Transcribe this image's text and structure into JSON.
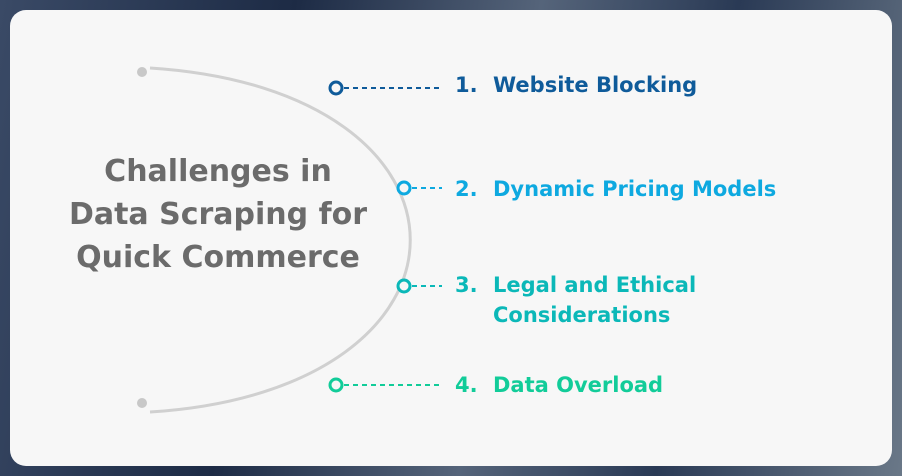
{
  "title": "Challenges in Data Scraping for Quick Commerce",
  "items": [
    {
      "number": "1.",
      "label": "Website Blocking",
      "color": "#0f5b9a"
    },
    {
      "number": "2.",
      "label": "Dynamic Pricing Models",
      "color": "#0ea9e0"
    },
    {
      "number": "3.",
      "label": "Legal and Ethical Considerations",
      "color": "#0bb8b8"
    },
    {
      "number": "4.",
      "label": "Data Overload",
      "color": "#12cc99"
    }
  ]
}
